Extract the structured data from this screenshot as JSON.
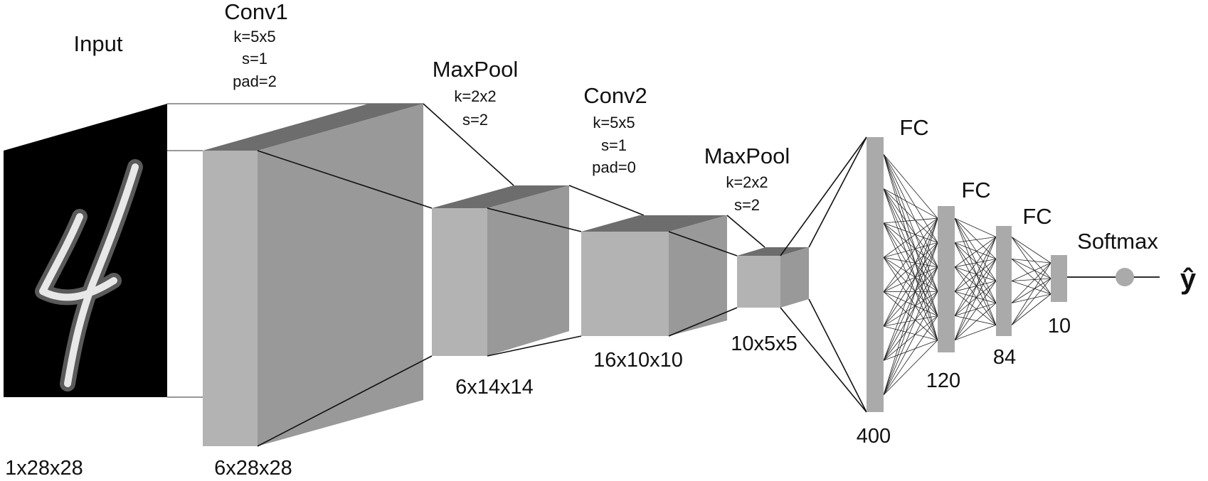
{
  "input": {
    "title": "Input",
    "dims": "1x28x28",
    "digit_icon": "handwritten-digit-4-icon"
  },
  "conv1": {
    "title": "Conv1",
    "params": [
      "k=5x5",
      "s=1",
      "pad=2"
    ],
    "dims": "6x28x28"
  },
  "pool1": {
    "title": "MaxPool",
    "params": [
      "k=2x2",
      "s=2"
    ],
    "dims": "6x14x14"
  },
  "conv2": {
    "title": "Conv2",
    "params": [
      "k=5x5",
      "s=1",
      "pad=0"
    ],
    "dims": "16x10x10"
  },
  "pool2": {
    "title": "MaxPool",
    "params": [
      "k=2x2",
      "s=2"
    ],
    "dims": "10x5x5"
  },
  "fc": [
    {
      "title": "FC",
      "units": "400"
    },
    {
      "title": "FC",
      "units": "120"
    },
    {
      "title": "FC",
      "units": "84"
    }
  ],
  "output": {
    "units": "10",
    "softmax_label": "Softmax",
    "yhat": "ŷ"
  },
  "colors": {
    "front": "#b3b3b3",
    "side": "#999999",
    "top": "#6d6d6d",
    "input_bg": "#000000",
    "node": "#aaaaaa",
    "line": "#111111"
  }
}
